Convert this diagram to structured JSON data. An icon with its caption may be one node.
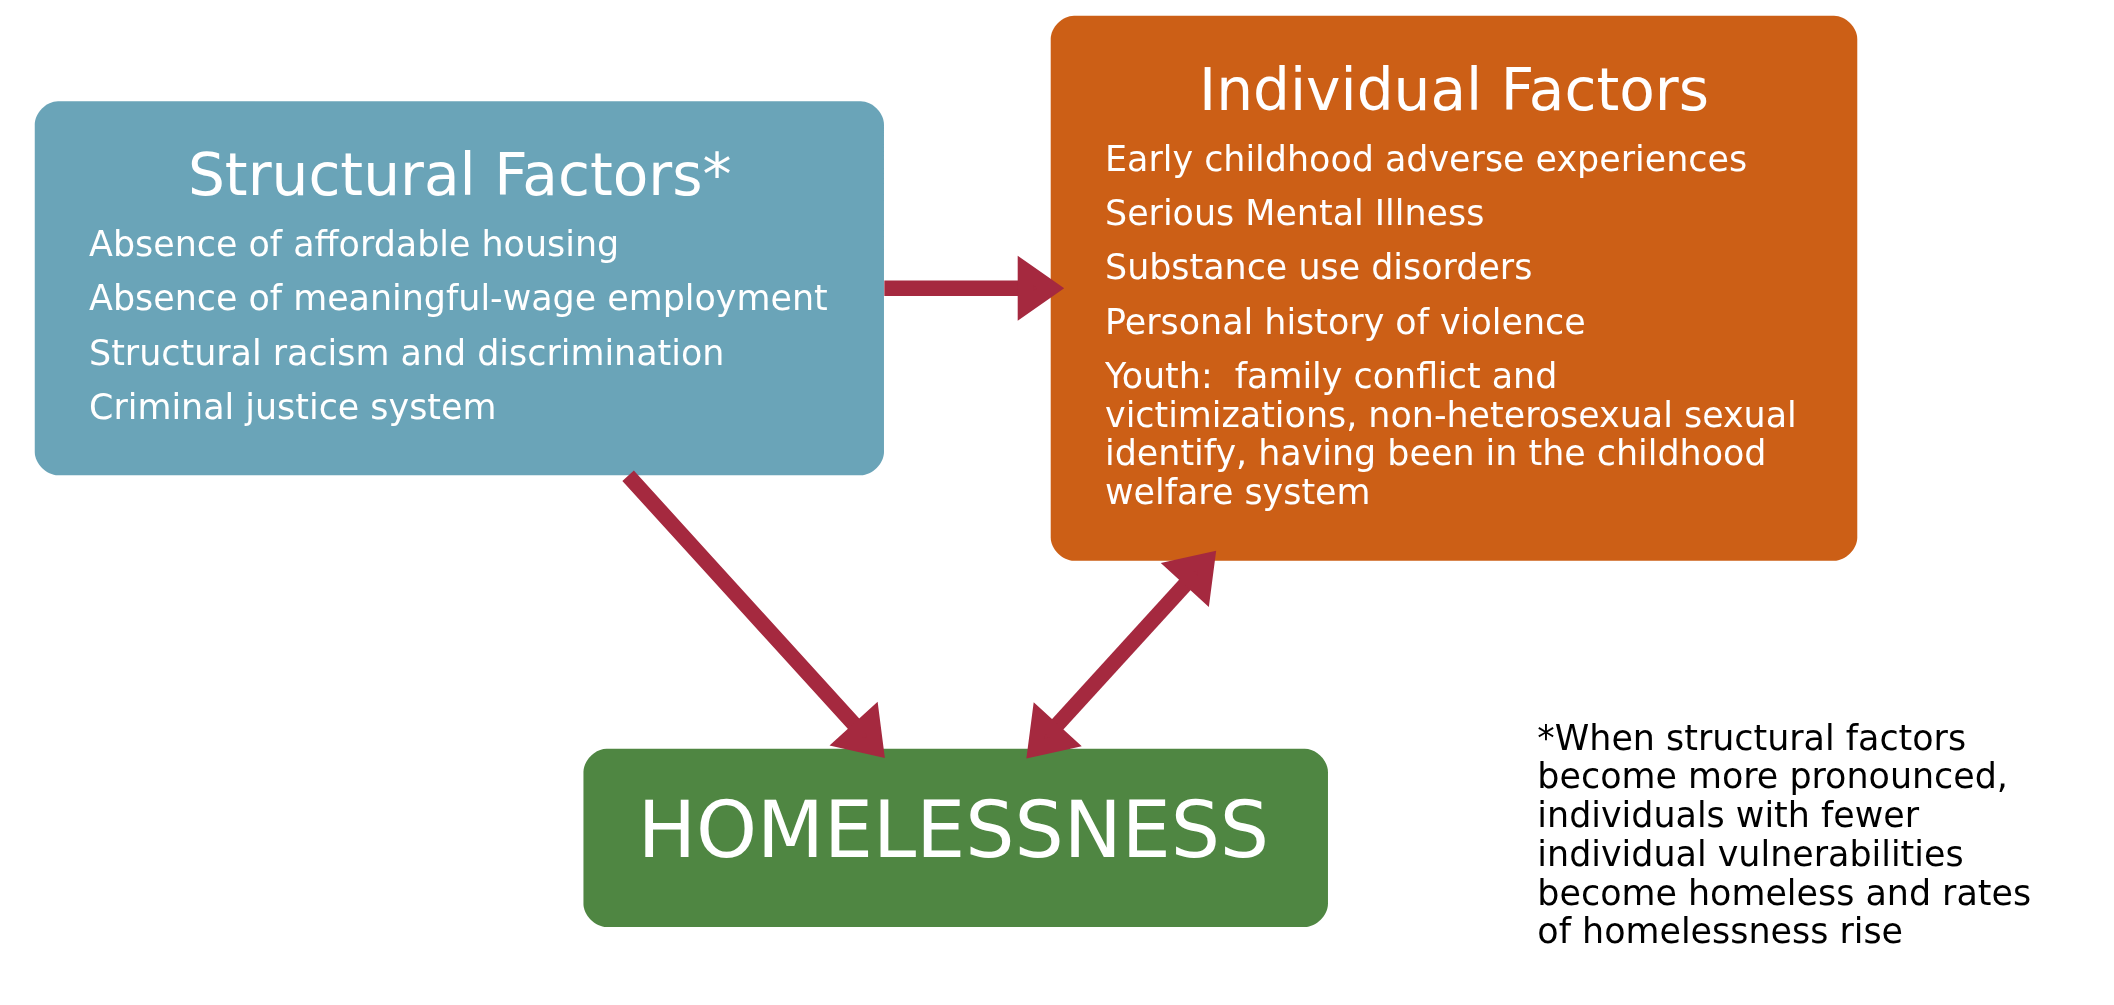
{
  "diagram": {
    "nodes": [
      {
        "text": [
          "Individual Factors",
          "Early childhood adverse experiences",
          "Serious Mental Illness",
          "Substance use disorders",
          "Personal history of violence",
          "Youth:  family conflict and victimizations, non-heterosexual sexual identify, having been in the childhood welfare system"
        ]
      },
      {
        "text": [
          "Structural Factors*",
          "Absence of affordable housing",
          "Absence of meaningful-wage employment",
          "Structural racism and discrimination",
          "Criminal justice system"
        ]
      },
      {
        "text": [
          "HOMELESSNESS"
        ]
      }
    ],
    "edges": [
      {
        "from": 1,
        "to": 0,
        "arrow": "to"
      },
      {
        "from": 0,
        "to": 2,
        "arrow": "both"
      },
      {
        "from": 1,
        "to": 2,
        "arrow": "to"
      }
    ],
    "labels": [
      "*When structural factors become more pronounced, individuals with fewer individual vulnerabilities become homeless and rates of homelessness rise"
    ]
  }
}
